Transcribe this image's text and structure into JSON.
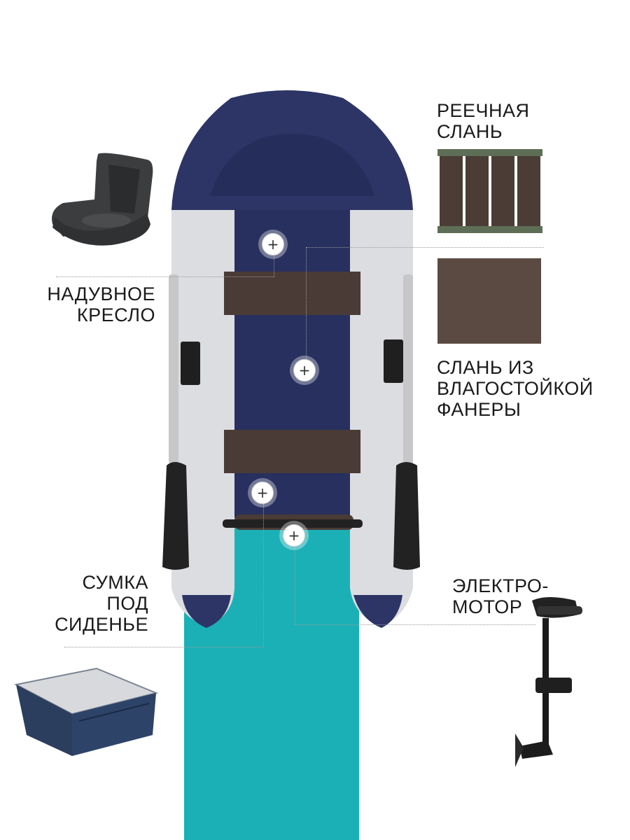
{
  "labels": {
    "seat": "НАДУВНОЕ\nКРЕСЛО",
    "slat_floor": "РЕЕЧНАЯ\nСЛАНЬ",
    "plywood_floor": "СЛАНЬ ИЗ\nВЛАГОСТОЙКОЙ\nФАНЕРЫ",
    "seat_bag": "СУМКА\nПОД\nСИДЕНЬЕ",
    "electric_motor": "ЭЛЕКТРО-\nМОТОР"
  },
  "markers": {
    "symbol": "+"
  },
  "colors": {
    "teal": "#1bb0b5",
    "navy": "#2c3566",
    "hull_grey": "#dcdde0",
    "wood": "#4a3b36"
  },
  "icons": [
    "inflatable-seat-icon",
    "slat-floor-icon",
    "plywood-floor-icon",
    "seat-bag-icon",
    "electric-motor-icon",
    "boat-image"
  ]
}
